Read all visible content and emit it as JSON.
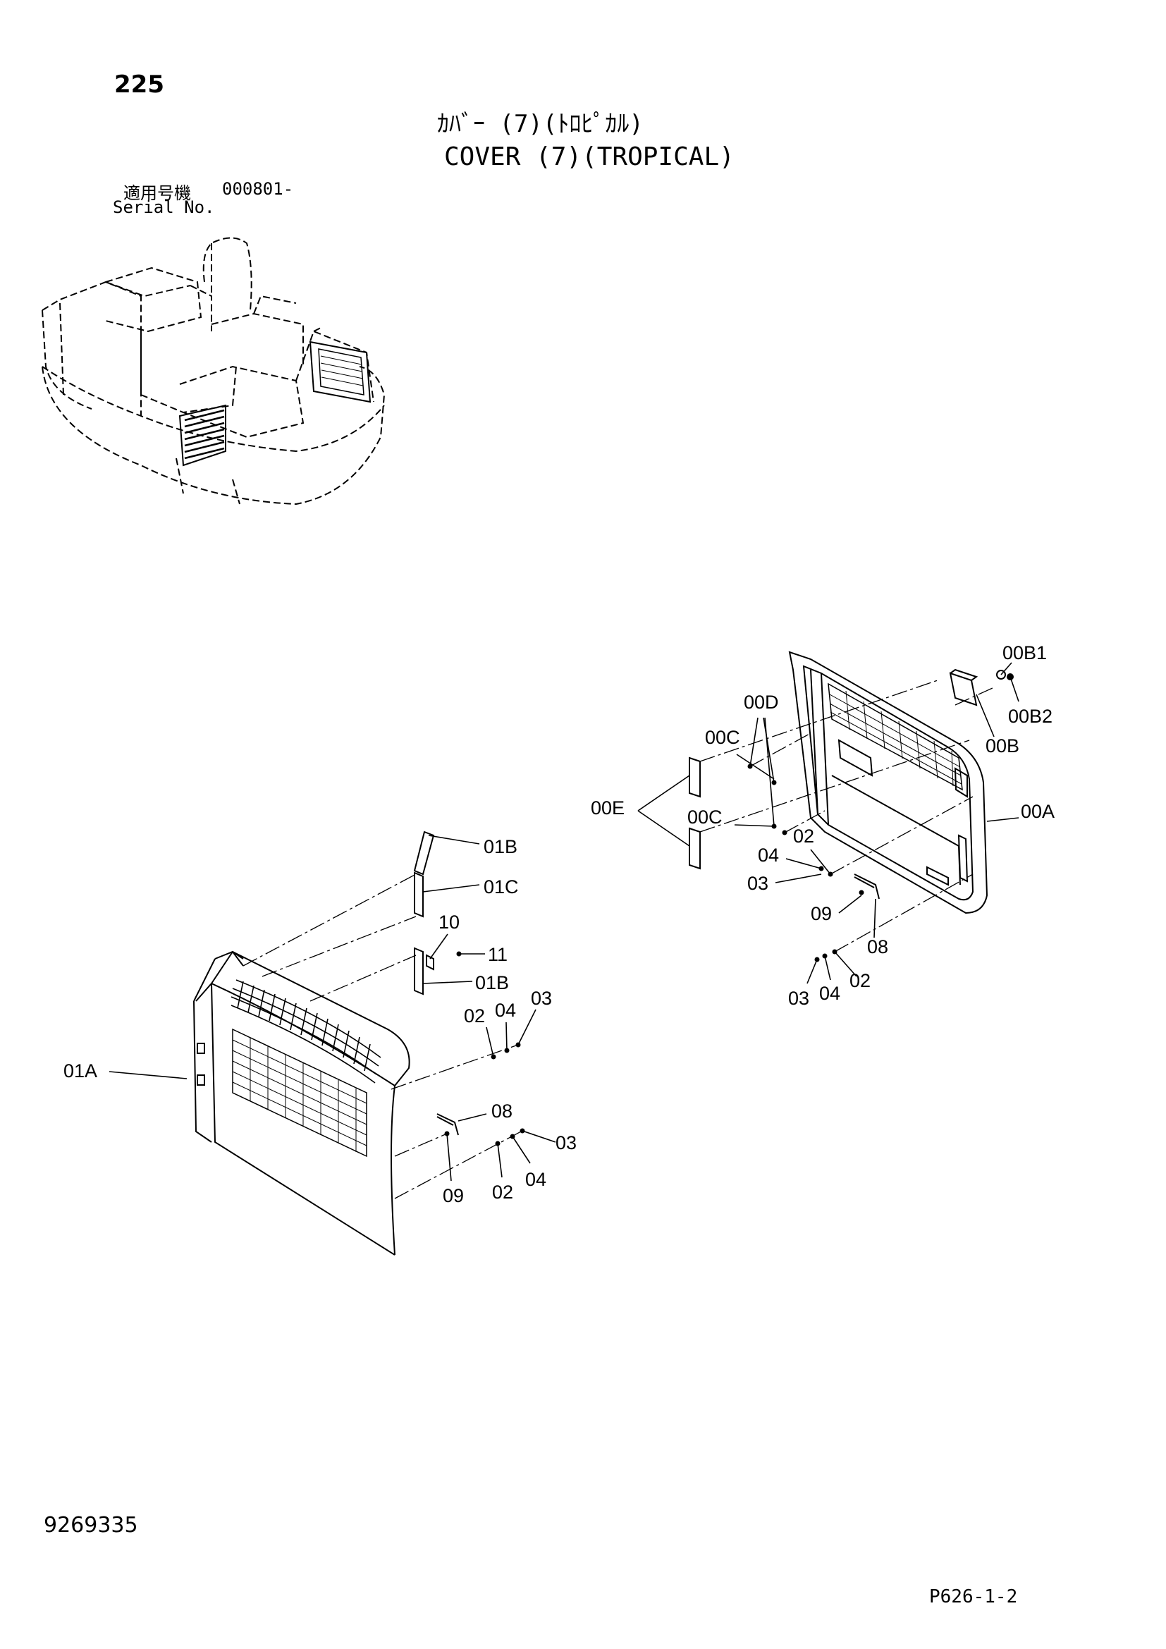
{
  "header": {
    "page_number": "225",
    "title_jp": "ｶﾊﾞｰ (7)(ﾄﾛﾋﾟｶﾙ)",
    "title_en": "COVER (7)(TROPICAL)"
  },
  "serial": {
    "label_jp": "適用号機",
    "value": "000801-",
    "label_en": "Serial No."
  },
  "callouts": {
    "c00B1": "00B1",
    "c00B2": "00B2",
    "c00B": "00B",
    "c00A": "00A",
    "c00D": "00D",
    "c00C_top": "00C",
    "c00C_mid": "00C",
    "c00E": "00E",
    "r02_a": "02",
    "r04_a": "04",
    "r03_a": "03",
    "r09_a": "09",
    "r08_a": "08",
    "r03_b": "03",
    "r04_b": "04",
    "r02_b": "02",
    "c01B_top": "01B",
    "c01C": "01C",
    "r10": "10",
    "r11": "11",
    "c01B_mid": "01B",
    "r03_c": "03",
    "r02_c": "02",
    "r04_c": "04",
    "c01A": "01A",
    "r08_b": "08",
    "r03_d": "03",
    "r09_b": "09",
    "r02_d": "02",
    "r04_d": "04"
  },
  "footer": {
    "doc_number": "9269335",
    "ref_code": "P626-1-2"
  }
}
